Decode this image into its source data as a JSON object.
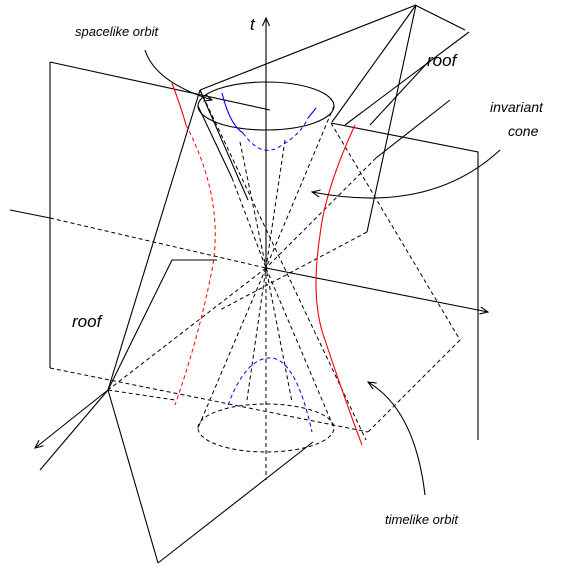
{
  "diagram": {
    "labels": {
      "t_axis": "t",
      "spacelike_orbit": "spacelike orbit",
      "roof_top": "roof",
      "invariant_cone_line1": "invariant",
      "invariant_cone_line2": "cone",
      "roof_left": "roof",
      "timelike_orbit": "timelike orbit"
    },
    "colors": {
      "line": "#000000",
      "timelike_orbit": "#ff0000",
      "spacelike_orbit": "#0000ff"
    }
  }
}
